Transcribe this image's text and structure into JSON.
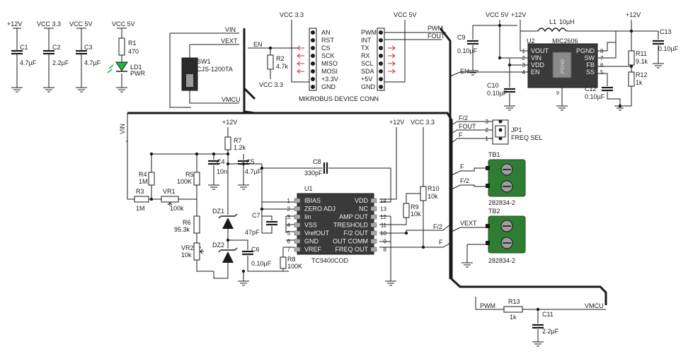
{
  "power_labels": {
    "p12v": "+12V",
    "vcc33": "VCC 3.3",
    "vcc5": "VCC 5V",
    "pwr_vcc5": "VCC 5V"
  },
  "caps": {
    "c1": "C1",
    "c1_val": "4.7µF",
    "c2": "C2",
    "c2_val": "2.2µF",
    "c3": "C3",
    "c3_val": "4.7µF",
    "c4": "C4",
    "c4_val": "10n",
    "c5": "C5",
    "c5_val": "4.7µF",
    "c6": "C6",
    "c6_val": "0.10µF",
    "c7": "C7",
    "c7_val": "47pF",
    "c8": "C8",
    "c8_val": "330pF",
    "c9": "C9",
    "c9_val": "0.10µF",
    "c10": "C10",
    "c10_val": "0.10µF",
    "c11": "C11",
    "c11_val": "2.2µF",
    "c12": "C12",
    "c12_val": "0.10µF",
    "c13": "C13",
    "c13_val": "0.10µF"
  },
  "res": {
    "r1": "R1",
    "r1_val": "470",
    "r2": "R2",
    "r2_val": "4.7k",
    "r3": "R3",
    "r3_val": "1M",
    "r4": "R4",
    "r4_val": "1M",
    "r5": "R5",
    "r5_val": "100K",
    "r6": "R6",
    "r6_val": "95.3k",
    "r7": "R7",
    "r7_val": "1.2k",
    "r8": "R8",
    "r8_val": "100K",
    "r9": "R9",
    "r9_val": "10k",
    "r10": "R10",
    "r10_val": "10k",
    "r11": "R11",
    "r11_val": "9.1k",
    "r12": "R12",
    "r12_val": "1k",
    "r13": "R13",
    "r13_val": "1k",
    "vr1": "VR1",
    "vr1_val": "100k",
    "vr2": "VR2",
    "vr2_val": "10k"
  },
  "led": {
    "name": "LD1",
    "label": "PWR"
  },
  "switch": {
    "name": "SW1",
    "part": "CJS-1200TA"
  },
  "diodes": {
    "dz1": "DZ1",
    "dz2": "DZ2"
  },
  "inductor": {
    "name": "L1",
    "value": "10µH"
  },
  "nets": {
    "vin": "VIN",
    "vext": "VEXT",
    "vmcu": "VMCU",
    "en": "EN",
    "pwm": "PWM",
    "fout": "FOUT",
    "f": "F",
    "f2": "F/2"
  },
  "mikrobus": {
    "left_pins": [
      "AN",
      "RST",
      "CS",
      "SCK",
      "MISO",
      "MOSI",
      "+3.3V",
      "GND"
    ],
    "right_pins": [
      "PWM",
      "INT",
      "TX",
      "RX",
      "SCL",
      "SDA",
      "+5V",
      "GND"
    ],
    "caption": "MIKROBUS DEVICE CONN"
  },
  "u1": {
    "name": "U1",
    "part": "TC9400COD",
    "left_pins": [
      {
        "num": "1",
        "name": "IBIAS"
      },
      {
        "num": "2",
        "name": "ZERO ADJ"
      },
      {
        "num": "3",
        "name": "Iin"
      },
      {
        "num": "4",
        "name": "VSS"
      },
      {
        "num": "5",
        "name": "VrefOUT"
      },
      {
        "num": "6",
        "name": "GND"
      },
      {
        "num": "7",
        "name": "VREF"
      }
    ],
    "right_pins": [
      {
        "num": "14",
        "name": "VDD"
      },
      {
        "num": "13",
        "name": "NC"
      },
      {
        "num": "12",
        "name": "AMP OUT"
      },
      {
        "num": "11",
        "name": "TRESHOLD"
      },
      {
        "num": "10",
        "name": "F/2 OUT"
      },
      {
        "num": "9",
        "name": "OUT COMM"
      },
      {
        "num": "8",
        "name": "FREQ OUT"
      }
    ]
  },
  "u2": {
    "name": "U2",
    "part": "MIC2606",
    "pgnd": "PGND",
    "left_pins": [
      {
        "num": "1",
        "name": "VOUT"
      },
      {
        "num": "2",
        "name": "VIN"
      },
      {
        "num": "3",
        "name": "VDD"
      },
      {
        "num": "4",
        "name": "EN"
      }
    ],
    "right_pins": [
      {
        "num": "8",
        "name": "PGND"
      },
      {
        "num": "7",
        "name": "SW"
      },
      {
        "num": "6",
        "name": "FB"
      },
      {
        "num": "5",
        "name": "SS"
      }
    ],
    "bottom_pin": "9"
  },
  "jp1": {
    "name": "JP1",
    "label": "FREQ SEL",
    "pins": [
      {
        "num": "3",
        "net": "F/2"
      },
      {
        "num": "2",
        "net": "FOUT"
      },
      {
        "num": "1",
        "net": "F"
      }
    ]
  },
  "tb1": {
    "name": "TB1",
    "part": "282834-2"
  },
  "tb2": {
    "name": "TB2",
    "part": "282834-2"
  }
}
